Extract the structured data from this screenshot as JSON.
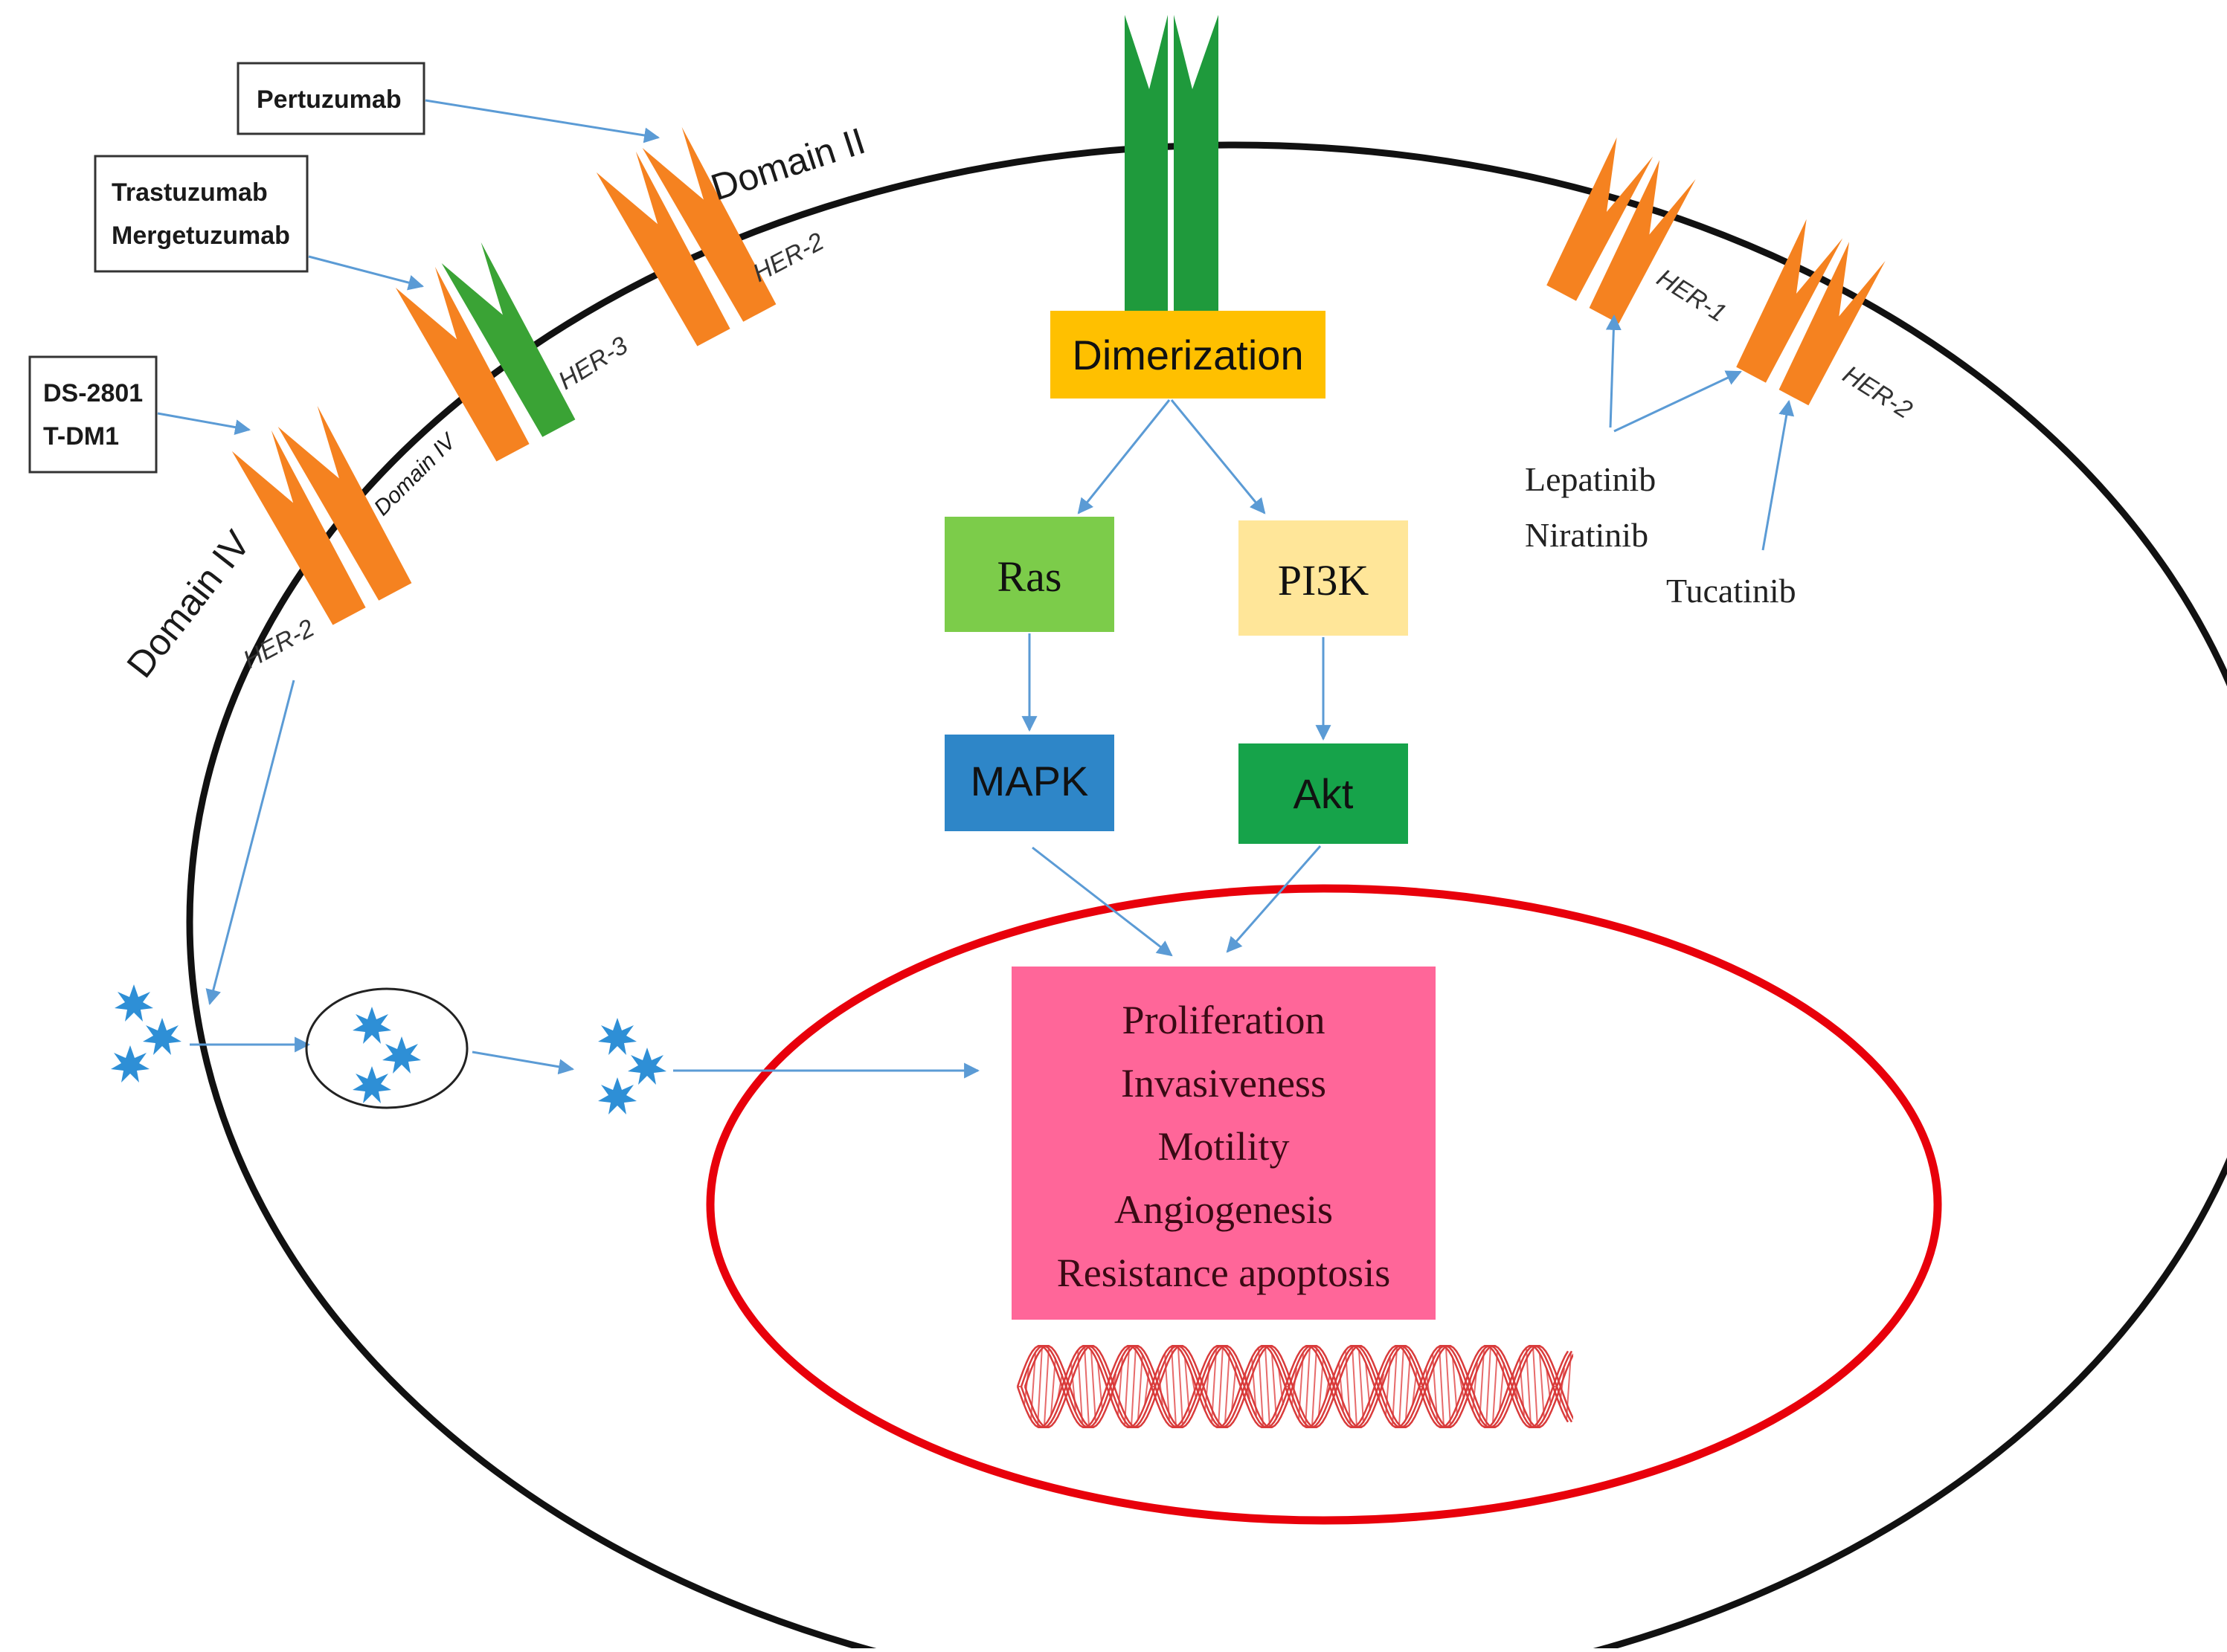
{
  "drugs": {
    "pertuzumab": "Pertuzumab",
    "trastuzumab": "Trastuzumab",
    "mergetuzumab": "Mergetuzumab",
    "ds2801": "DS-2801",
    "tdm1": "T-DM1"
  },
  "membrane": {
    "domain_ii": "Domain II",
    "domain_iv_large": "Domain IV",
    "domain_iv_small": "Domain IV",
    "her2_left": "HER-2",
    "her3": "HER-3",
    "her2_top": "HER-2",
    "her1_right": "HER-1",
    "her2_right": "HER-2"
  },
  "pathway": {
    "dimerization": "Dimerization",
    "ras": "Ras",
    "pi3k": "PI3K",
    "mapk": "MAPK",
    "akt": "Akt"
  },
  "tkis": {
    "lepatinib": "Lepatinib",
    "niratinib": "Niratinib",
    "tucatinib": "Tucatinib"
  },
  "outcomes": [
    "Proliferation",
    "Invasiveness",
    "Motility",
    "Angiogenesis",
    "Resistance apoptosis"
  ],
  "colors": {
    "her2_orange": "#f58220",
    "her3_green": "#3aa335",
    "receptor_green": "#1f9a3c",
    "dimerization": "#ffc000",
    "ras": "#7ccc4a",
    "pi3k": "#ffe699",
    "mapk": "#2e86c8",
    "akt": "#16a34a",
    "outcome_box": "#ff6699",
    "nucleus": "#e8000b",
    "arrow": "#5b9bd5",
    "star": "#2e8fd6"
  },
  "icons": {
    "payload": "star-burst-icon",
    "vesicle": "vesicle-icon",
    "dna": "dna-helix-icon"
  }
}
